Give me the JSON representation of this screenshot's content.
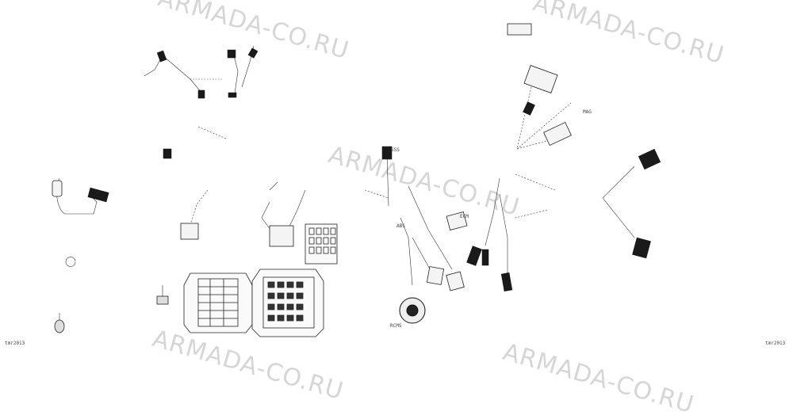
{
  "watermarks": [
    "ARMADA-CO.RU",
    "ARMADA-CO.RU",
    "ARMADA-CO.RU",
    "ARMADA-CO.RU",
    "ARMADA-CO.RU"
  ],
  "labels": {
    "a1": "ABS",
    "a2": "ECM",
    "a3": "RCMS",
    "a4": "SSS",
    "a5": "MAG"
  },
  "footer": {
    "left_code": "tmr2013",
    "right_code": "tmr2013"
  }
}
